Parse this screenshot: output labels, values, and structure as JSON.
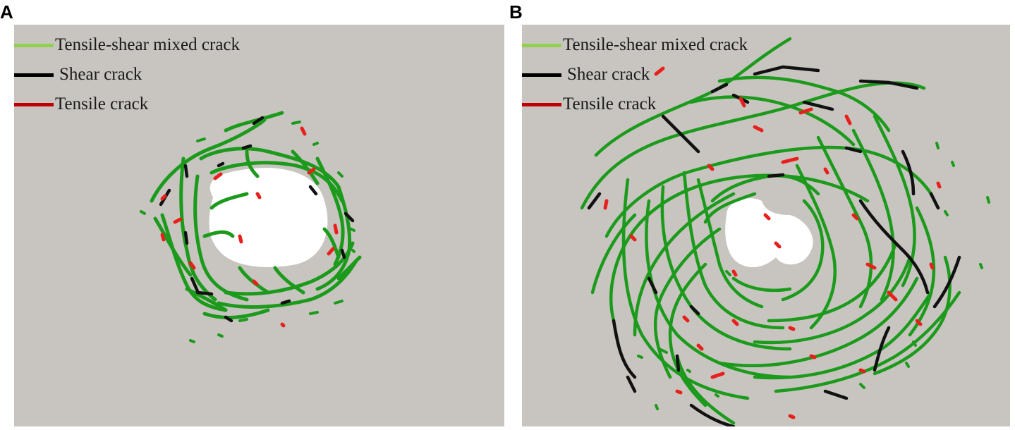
{
  "figure": {
    "panels": [
      {
        "id": "A",
        "label": "A",
        "legend": [
          {
            "label": "Tensile-shear mixed crack",
            "color": "#8fd14f"
          },
          {
            "label": "Shear crack",
            "color": "#000000"
          },
          {
            "label": "Tensile crack",
            "color": "#c00000"
          }
        ]
      },
      {
        "id": "B",
        "label": "B",
        "legend": [
          {
            "label": "Tensile-shear mixed crack",
            "color": "#8fd14f"
          },
          {
            "label": "Shear crack",
            "color": "#000000"
          },
          {
            "label": "Tensile crack",
            "color": "#c00000"
          }
        ]
      }
    ],
    "colors": {
      "background": "#c8c5c0",
      "cavity": "#ffffff",
      "mixed_crack_drawn": "#1c9a1c",
      "shear_crack": "#111111",
      "tensile_crack": "#e8201c"
    }
  }
}
